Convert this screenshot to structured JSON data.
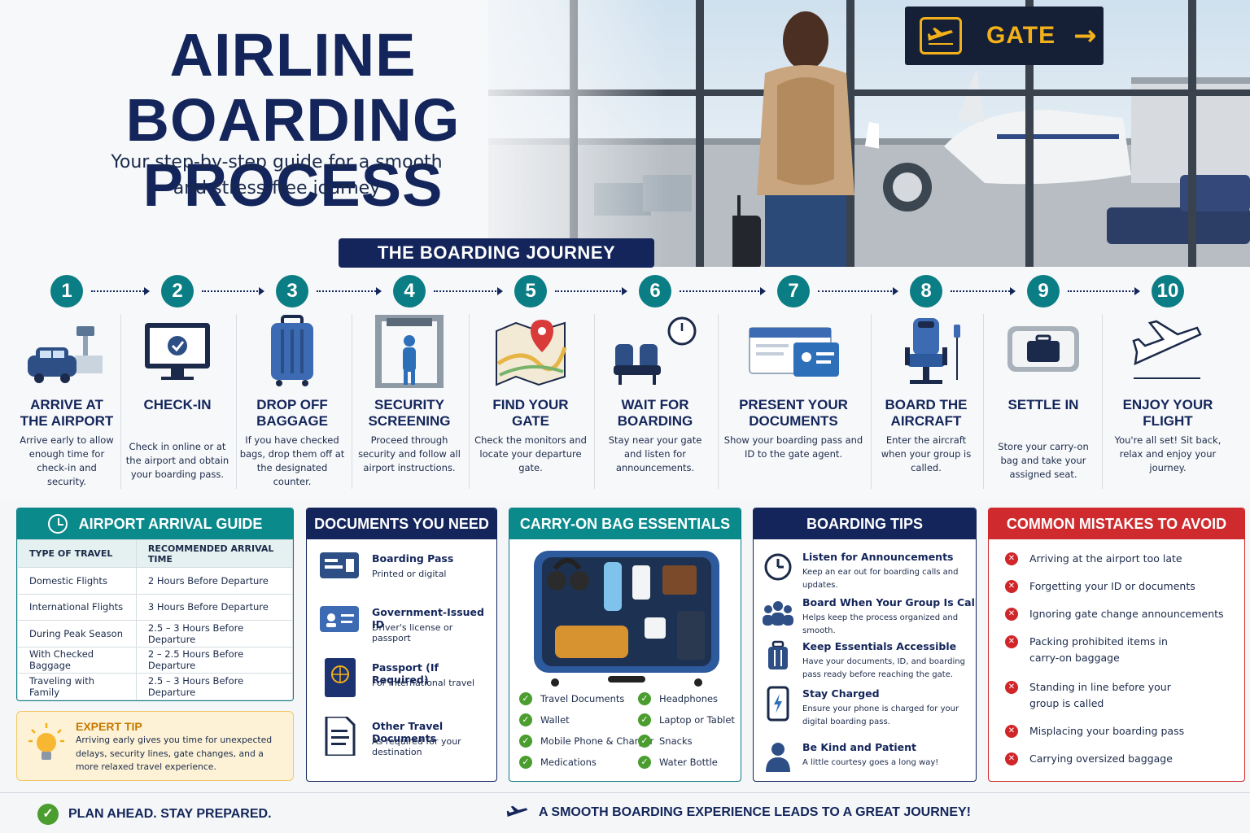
{
  "hero": {
    "title_line1": "AIRLINE BOARDING",
    "title_line2": "PROCESS",
    "subtitle_line1": "Your step-by-step guide for a smooth",
    "subtitle_line2": "and stress-free journey",
    "gate_sign": "GATE"
  },
  "journey_label": "THE BOARDING JOURNEY",
  "steps": [
    {
      "num": "1",
      "title1": "ARRIVE AT",
      "title2": "THE AIRPORT",
      "desc": "Arrive early to allow enough time for check-in and security.",
      "icon": "car-airport-icon"
    },
    {
      "num": "2",
      "title1": "CHECK-IN",
      "title2": "",
      "desc": "Check in online or at the airport and obtain your boarding pass.",
      "icon": "monitor-check-icon"
    },
    {
      "num": "3",
      "title1": "DROP OFF",
      "title2": "BAGGAGE",
      "desc": "If you have checked bags, drop them off at the designated counter.",
      "icon": "suitcase-icon"
    },
    {
      "num": "4",
      "title1": "SECURITY",
      "title2": "SCREENING",
      "desc": "Proceed through security and follow all airport instructions.",
      "icon": "security-gate-icon"
    },
    {
      "num": "5",
      "title1": "FIND YOUR",
      "title2": "GATE",
      "desc": "Check the monitors and locate your departure gate.",
      "icon": "map-pin-icon"
    },
    {
      "num": "6",
      "title1": "WAIT FOR",
      "title2": "BOARDING",
      "desc": "Stay near your gate and listen for announcements.",
      "icon": "seats-clock-icon"
    },
    {
      "num": "7",
      "title1": "PRESENT YOUR",
      "title2": "DOCUMENTS",
      "desc": "Show your boarding pass and ID to the gate agent.",
      "icon": "boarding-pass-id-icon"
    },
    {
      "num": "8",
      "title1": "BOARD THE",
      "title2": "AIRCRAFT",
      "desc": "Enter the aircraft when your group is called.",
      "icon": "aircraft-seat-icon"
    },
    {
      "num": "9",
      "title1": "SETTLE IN",
      "title2": "",
      "desc": "Store your carry-on bag and take your assigned seat.",
      "icon": "overhead-bin-icon"
    },
    {
      "num": "10",
      "title1": "ENJOY YOUR",
      "title2": "FLIGHT",
      "desc": "You're all set! Sit back, relax and enjoy your journey.",
      "icon": "airplane-icon"
    }
  ],
  "arrival_guide": {
    "title": "AIRPORT ARRIVAL GUIDE",
    "headers": [
      "TYPE OF TRAVEL",
      "RECOMMENDED ARRIVAL TIME"
    ],
    "rows": [
      [
        "Domestic Flights",
        "2 Hours Before Departure"
      ],
      [
        "International Flights",
        "3 Hours Before Departure"
      ],
      [
        "During Peak Season",
        "2.5 – 3 Hours Before Departure"
      ],
      [
        "With Checked Baggage",
        "2 – 2.5 Hours Before Departure"
      ],
      [
        "Traveling with Family",
        "2.5 – 3 Hours Before Departure"
      ]
    ],
    "tip_title": "EXPERT TIP",
    "tip_text": "Arriving early gives you time for unexpected delays, security lines, gate changes, and a more relaxed travel experience."
  },
  "documents": {
    "title": "DOCUMENTS YOU NEED",
    "items": [
      {
        "title": "Boarding Pass",
        "desc": "Printed or digital"
      },
      {
        "title": "Government-Issued ID",
        "desc": "Driver's license or passport"
      },
      {
        "title": "Passport (If Required)",
        "desc": "For international travel"
      },
      {
        "title": "Other Travel Documents",
        "desc": "As required for your destination"
      }
    ]
  },
  "carry_on": {
    "title": "CARRY-ON BAG ESSENTIALS",
    "left": [
      "Travel Documents",
      "Wallet",
      "Mobile Phone & Charger",
      "Medications"
    ],
    "right": [
      "Headphones",
      "Laptop or Tablet",
      "Snacks",
      "Water Bottle"
    ]
  },
  "boarding_tips": {
    "title": "BOARDING TIPS",
    "items": [
      {
        "title": "Listen for Announcements",
        "desc": "Keep an ear out for boarding calls and updates."
      },
      {
        "title": "Board When Your Group Is Called",
        "desc": "Helps keep the process organized and smooth."
      },
      {
        "title": "Keep Essentials Accessible",
        "desc": "Have your documents, ID, and boarding pass ready before reaching the gate."
      },
      {
        "title": "Stay Charged",
        "desc": "Ensure your phone is charged for your digital boarding pass."
      },
      {
        "title": "Be Kind and Patient",
        "desc": "A little courtesy goes a long way!"
      }
    ]
  },
  "mistakes": {
    "title": "COMMON MISTAKES TO AVOID",
    "items": [
      "Arriving at the airport too late",
      "Forgetting your ID or documents",
      "Ignoring gate change announcements",
      "Packing prohibited items in carry-on baggage",
      "Standing in line before your group is called",
      "Misplacing your boarding pass",
      "Carrying oversized baggage"
    ]
  },
  "footer": {
    "left": "PLAN AHEAD. STAY PREPARED.",
    "right": "A SMOOTH BOARDING EXPERIENCE LEADS TO A GREAT JOURNEY!"
  },
  "colors": {
    "navy": "#13255a",
    "teal": "#0b7d84",
    "red": "#d0262a",
    "gold": "#f2b11a",
    "green": "#4a9d2e"
  }
}
